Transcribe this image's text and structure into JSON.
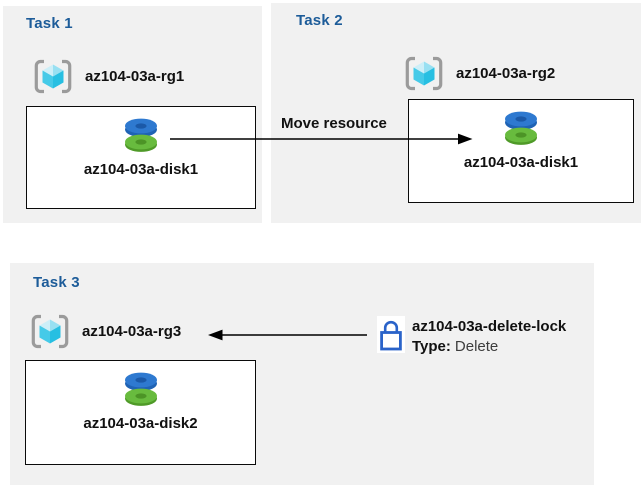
{
  "tasks": [
    {
      "title": "Task 1",
      "resource_group": "az104-03a-rg1",
      "disk": "az104-03a-disk1"
    },
    {
      "title": "Task 2",
      "resource_group": "az104-03a-rg2",
      "disk": "az104-03a-disk1"
    },
    {
      "title": "Task 3",
      "resource_group": "az104-03a-rg3",
      "disk": "az104-03a-disk2"
    }
  ],
  "move_arrow_label": "Move resource",
  "lock": {
    "name": "az104-03a-delete-lock",
    "type_label": "Type:",
    "type_value": "Delete"
  },
  "icons": {
    "resource_group": "azure-resource-group-icon",
    "disk": "azure-disk-icon",
    "lock": "delete-lock-icon",
    "move_arrow": "arrow-right-icon",
    "lock_arrow": "arrow-left-icon"
  },
  "colors": {
    "task_title": "#1d5c99",
    "panel_background": "#f1f1f1",
    "box_background": "#ffffff",
    "box_border": "#0a0a0a",
    "arrow": "#000000",
    "disk_blue": "#2e79d0",
    "disk_blue_dark": "#1f63b4",
    "disk_green": "#68bb3e",
    "disk_green_dark": "#4f9a28",
    "cube_cyan_light": "#cdeff8",
    "cube_cyan": "#98e0f2",
    "cube_cyan_mid": "#45cae8",
    "cube_cyan_deep": "#27bfe2",
    "bracket_gray": "#9b9b9b",
    "lock_blue": "#2a63c9"
  }
}
